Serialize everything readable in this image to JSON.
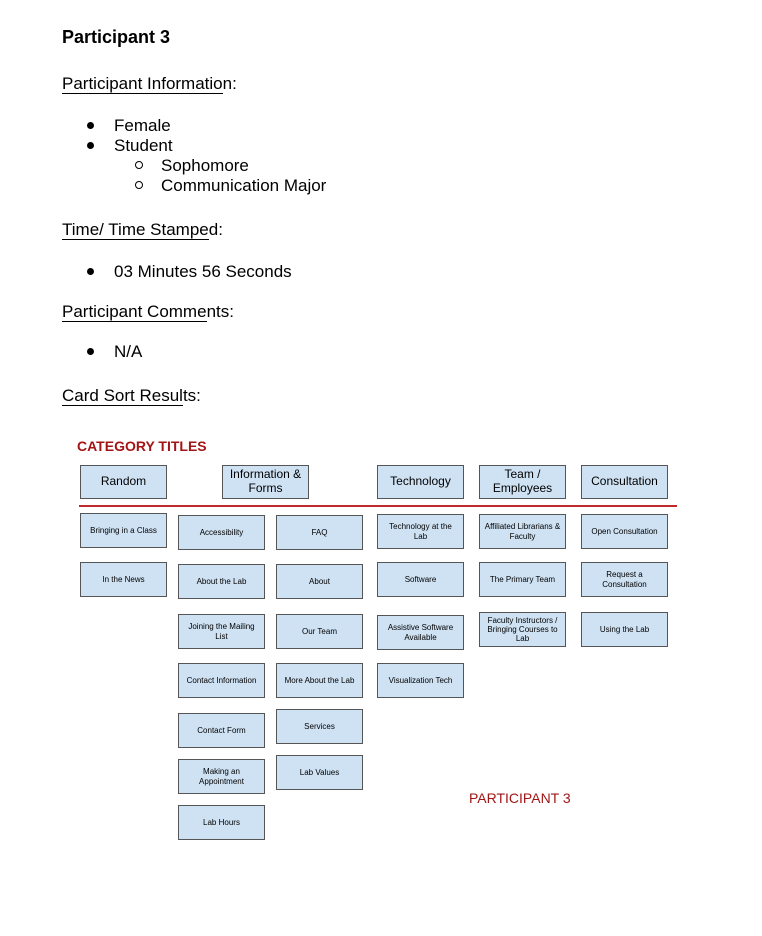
{
  "title": "Participant 3",
  "sections": {
    "info": {
      "label_ul": "Participant Informatio",
      "label_rest": "n:"
    },
    "time": {
      "label_ul": "Time/ Time Stampe",
      "label_rest": "d:"
    },
    "comments": {
      "label_ul": "Participant Comme",
      "label_rest": "nts:"
    },
    "results": {
      "label_ul": "Card Sort Resul",
      "label_rest": "ts:"
    }
  },
  "info_items": [
    "Female",
    "Student"
  ],
  "student_sub_items": [
    "Sophomore",
    "Communication Major"
  ],
  "time_items": [
    "03 Minutes 56 Seconds"
  ],
  "comment_items": [
    "N/A"
  ],
  "card_sort": {
    "category_titles_label": "CATEGORY TITLES",
    "categories": [
      "Random",
      "Information & Forms",
      "Technology",
      "Team / Employees",
      "Consultation"
    ],
    "cards": {
      "random": [
        "Bringing in a Class",
        "In the News"
      ],
      "info_col1": [
        "Accessibility",
        "About the Lab",
        "Joining the Mailing List",
        "Contact Information",
        "Contact Form",
        "Making an Appointment",
        "Lab Hours"
      ],
      "info_col2": [
        "FAQ",
        "About",
        "Our Team",
        "More About the Lab",
        "Services",
        "Lab Values"
      ],
      "technology": [
        "Technology at the Lab",
        "Software",
        "Assistive Software Available",
        "Visualization Tech"
      ],
      "team": [
        "Affiliated Librarians & Faculty",
        "The Primary Team",
        "Faculty Instructors / Bringing Courses to Lab"
      ],
      "consultation": [
        "Open Consultation",
        "Request a Consultation",
        "Using the Lab"
      ]
    },
    "participant_tag": "PARTICIPANT 3"
  },
  "colors": {
    "card_fill": "#cfe2f3",
    "accent_red": "#a31515",
    "divider_red": "#c0282d"
  }
}
